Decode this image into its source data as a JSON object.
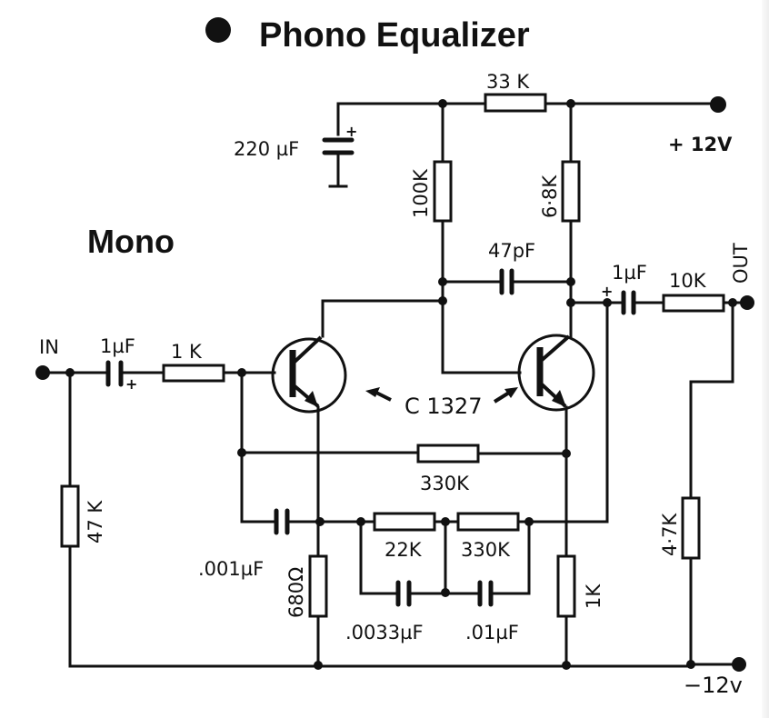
{
  "title": {
    "bullet": "●",
    "text": "Phono Equalizer"
  },
  "subtitle": "Mono",
  "terminals": {
    "input": "IN",
    "output": "OUT",
    "positive_supply": "+ 12V",
    "negative_supply": "−12v"
  },
  "components": {
    "c_supply": {
      "type": "capacitor-electrolytic",
      "value": "220 µF",
      "polarity": "+"
    },
    "r_supply": {
      "type": "resistor",
      "value": "33 K"
    },
    "r_collector_q1": {
      "type": "resistor",
      "value": "100K"
    },
    "r_collector_q2": {
      "type": "resistor",
      "value": "6·8K"
    },
    "c_miller": {
      "type": "capacitor",
      "value": "47pF"
    },
    "c_input": {
      "type": "capacitor-electrolytic",
      "value": "1µF",
      "polarity": "+"
    },
    "r_input": {
      "type": "resistor",
      "value": "1 K"
    },
    "r_input_shunt": {
      "type": "resistor",
      "value": "47 K"
    },
    "c_output": {
      "type": "capacitor-electrolytic",
      "value": "1µF",
      "polarity": "+"
    },
    "r_output": {
      "type": "resistor",
      "value": "10K"
    },
    "r_output_load": {
      "type": "resistor",
      "value": "4·7K"
    },
    "transistors": {
      "type": "npn-transistor",
      "value": "C 1327"
    },
    "r_feedback": {
      "type": "resistor",
      "value": "330K"
    },
    "c_feedback": {
      "type": "capacitor",
      "value": ".001µF"
    },
    "r_emitter_q1": {
      "type": "resistor",
      "value": "680Ω"
    },
    "r_eq1": {
      "type": "resistor",
      "value": "22K"
    },
    "r_eq2": {
      "type": "resistor",
      "value": "330K"
    },
    "c_eq1": {
      "type": "capacitor",
      "value": ".0033µF"
    },
    "c_eq2": {
      "type": "capacitor",
      "value": ".01µF"
    },
    "r_emitter_q2": {
      "type": "resistor",
      "value": "1K"
    }
  }
}
